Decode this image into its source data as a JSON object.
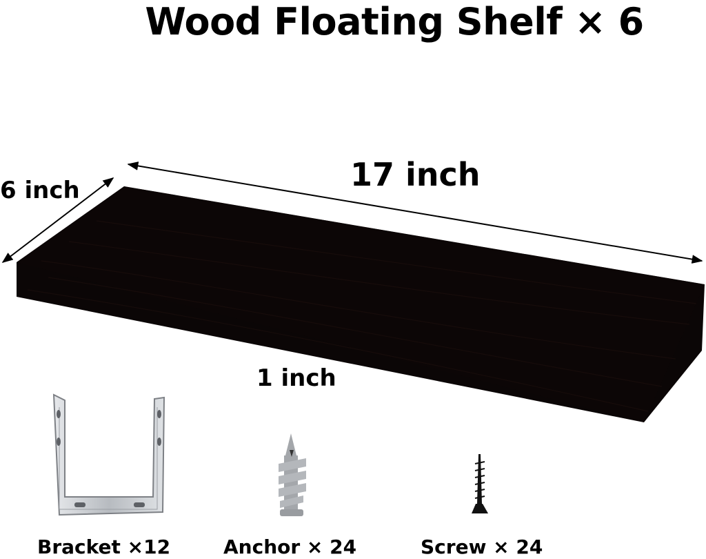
{
  "title": "Wood Floating Shelf × 6",
  "dimensions": {
    "width": "17 inch",
    "depth": "6 inch",
    "thickness": "1 inch"
  },
  "parts": [
    {
      "label": "Bracket ×12",
      "icon": "u-bracket-icon"
    },
    {
      "label": "Anchor × 24",
      "icon": "wall-anchor-icon"
    },
    {
      "label": "Screw × 24",
      "icon": "screw-icon"
    }
  ],
  "colors": {
    "shelf": "#0b0606",
    "bracket": "#c9ccd0",
    "anchor": "#a4a7ab",
    "screw": "#111111"
  }
}
